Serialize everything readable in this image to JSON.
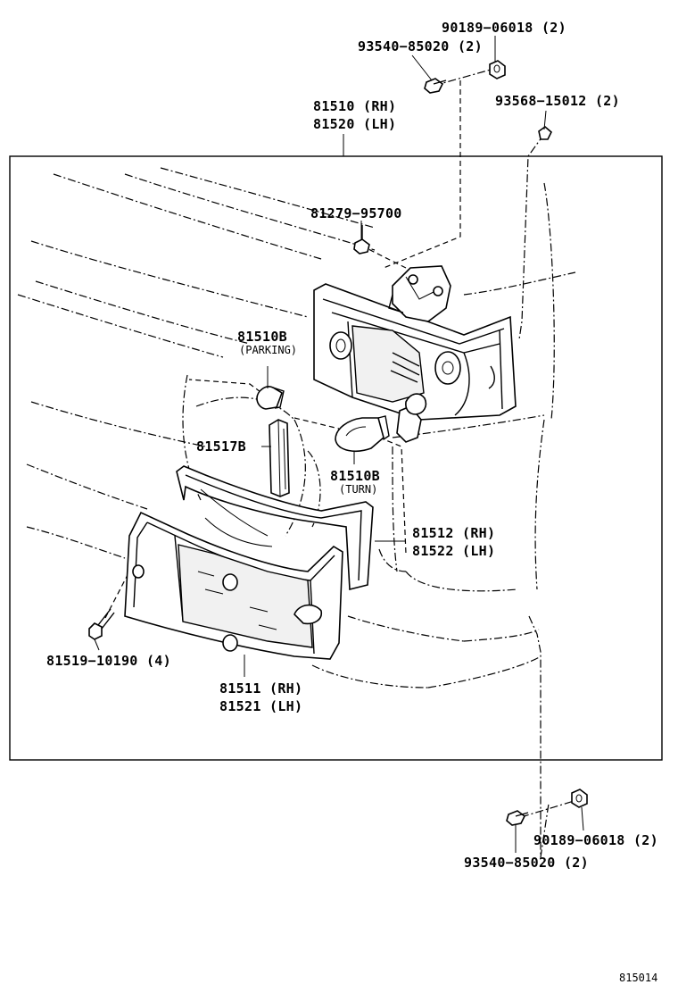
{
  "labels": {
    "nut_upper": "90189−06018 (2)",
    "screw_upper": "93540−85020 (2)",
    "lamp_rh": "81510 (RH)",
    "lamp_lh": "81520 (LH)",
    "clip_screw": "93568−15012 (2)",
    "bolt_top": "81279−95700",
    "bulb_parking": "81510B",
    "bulb_parking_note": "(PARKING)",
    "gasket_strip": "81517B",
    "bulb_turn": "81510B",
    "bulb_turn_note": "(TURN)",
    "lens_gasket_rh": "81512 (RH)",
    "lens_gasket_lh": "81522 (LH)",
    "lens_screw": "81519−10190 (4)",
    "lens_rh": "81511 (RH)",
    "lens_lh": "81521 (LH)",
    "nut_lower": "90189−06018 (2)",
    "screw_lower": "93540−85020 (2)",
    "figure_id": "815014"
  }
}
